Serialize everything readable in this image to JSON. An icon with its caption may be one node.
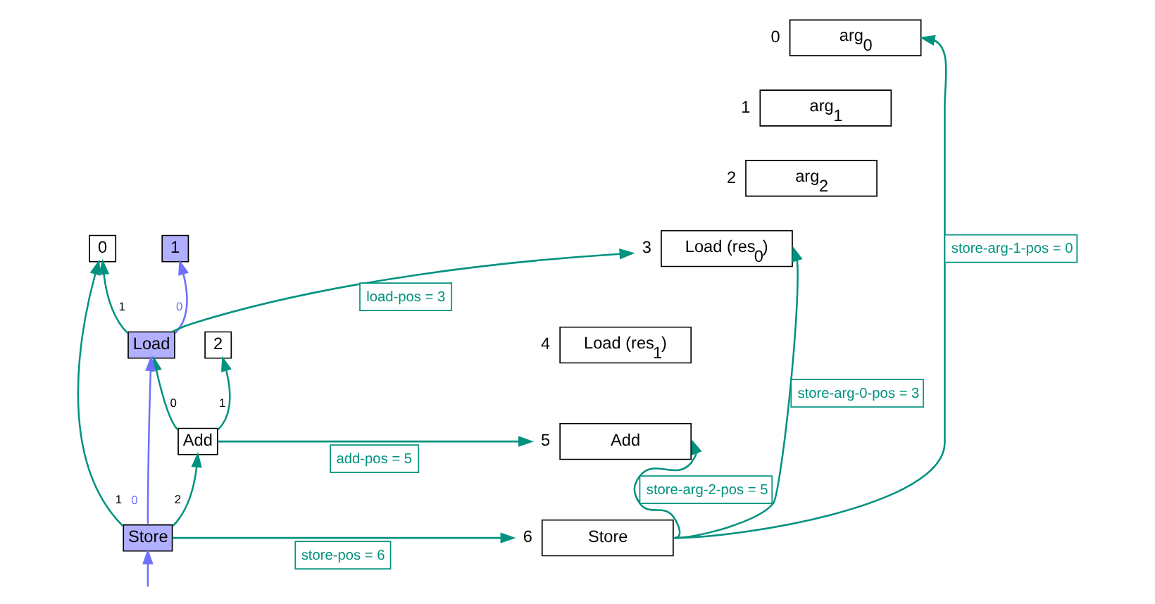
{
  "diagram": {
    "nodes": [
      {
        "text": [
          "0"
        ]
      },
      {
        "text": [
          "1"
        ]
      },
      {
        "text": [
          "2"
        ]
      },
      {
        "text": [
          "Load"
        ]
      },
      {
        "text": [
          "Add"
        ]
      },
      {
        "text": [
          "Store"
        ]
      },
      {
        "text": [
          "arg$_{0}$"
        ],
        "beside": [
          "0"
        ]
      },
      {
        "text": [
          "arg$_{1}$"
        ],
        "beside": [
          "1"
        ]
      },
      {
        "text": [
          "arg$_{2}$"
        ],
        "beside": [
          "2"
        ]
      },
      {
        "text": [
          "Load (res$_{0}$)"
        ],
        "beside": [
          "3"
        ]
      },
      {
        "text": [
          "Load (res$_{1}$)"
        ],
        "beside": [
          "4"
        ]
      },
      {
        "text": [
          "Add"
        ],
        "beside": [
          "5"
        ]
      },
      {
        "text": [
          "Store"
        ],
        "beside": [
          "6"
        ]
      }
    ],
    "edges": [
      {
        "from": 3,
        "to": 0,
        "arrow": "to",
        "label": "1"
      },
      {
        "from": 3,
        "to": 1,
        "arrow": "to",
        "label": "0",
        "color": "#7070ff"
      },
      {
        "from": 4,
        "to": 3,
        "arrow": "to",
        "label": "0"
      },
      {
        "from": 4,
        "to": 2,
        "arrow": "to",
        "label": "1"
      },
      {
        "from": 5,
        "to": 0,
        "arrow": "to",
        "label": "1"
      },
      {
        "from": 5,
        "to": 3,
        "arrow": "to",
        "label": "0",
        "color": "#7070ff"
      },
      {
        "from": 5,
        "to": 4,
        "arrow": "to",
        "label": "2"
      },
      {
        "from": null,
        "to": 5,
        "arrow": "to",
        "color": "#7070ff"
      },
      {
        "from": 3,
        "to": 9,
        "arrow": "to",
        "label": "load-pos = 3"
      },
      {
        "from": 4,
        "to": 11,
        "arrow": "to",
        "label": "add-pos = 5"
      },
      {
        "from": 5,
        "to": 12,
        "arrow": "to",
        "label": "store-pos = 6"
      },
      {
        "from": 12,
        "to": 6,
        "arrow": "to",
        "label": "store-arg-1-pos = 0"
      },
      {
        "from": 12,
        "to": 9,
        "arrow": "to",
        "label": "store-arg-0-pos = 3"
      },
      {
        "from": 12,
        "to": 11,
        "arrow": "to",
        "label": "store-arg-2-pos = 5"
      }
    ]
  }
}
